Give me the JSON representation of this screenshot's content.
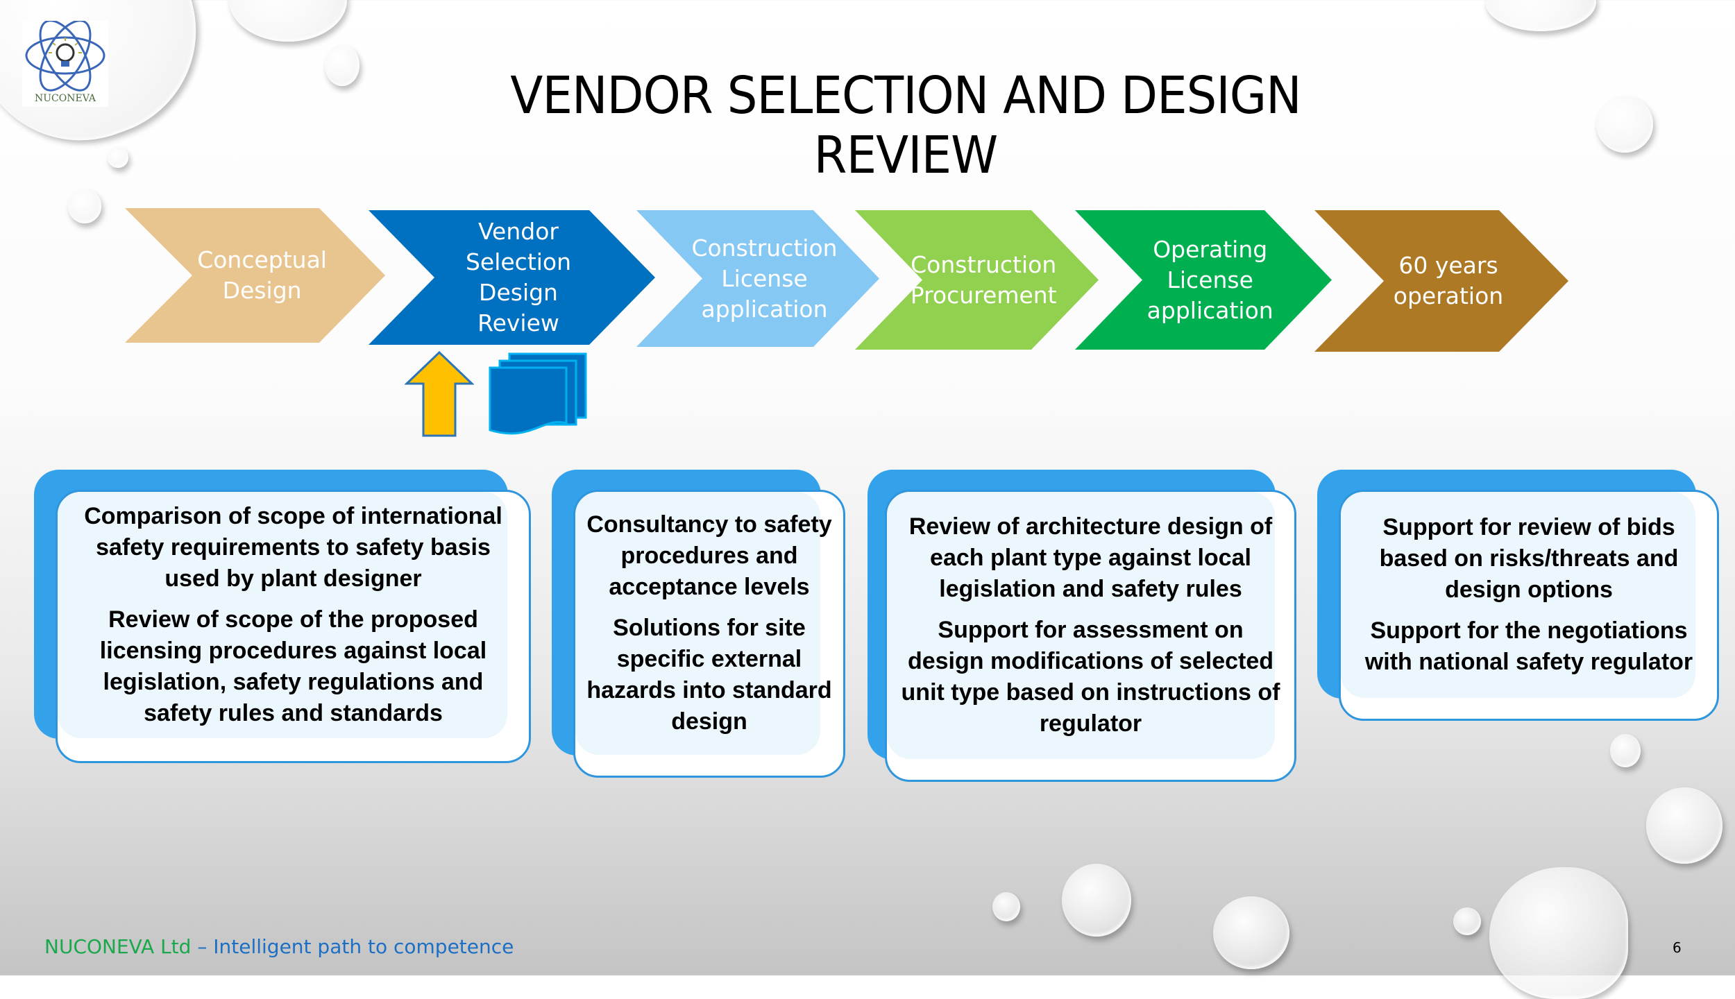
{
  "logo": {
    "text": "NUCONEVA",
    "icon": "atom-lightbulb-logo"
  },
  "title": "VENDOR SELECTION AND DESIGN REVIEW",
  "process_steps": [
    {
      "lines": [
        "Conceptual",
        "Design"
      ],
      "color": "#e8c48e"
    },
    {
      "lines": [
        "Vendor",
        "Selection",
        "Design",
        "Review"
      ],
      "color": "#0070c0"
    },
    {
      "lines": [
        "Construction",
        "License",
        "application"
      ],
      "color": "#85c8f3"
    },
    {
      "lines": [
        "Construction",
        "Procurement"
      ],
      "color": "#92d050"
    },
    {
      "lines": [
        "Operating",
        "License",
        "application"
      ],
      "color": "#00b050"
    },
    {
      "lines": [
        "60 years",
        "operation"
      ],
      "color": "#ae7924"
    }
  ],
  "current_step_marker": {
    "arrow_icon": "up-arrow-icon",
    "arrow_color": "#ffc000",
    "document_icon": "multi-document-icon",
    "document_color": "#0070c0"
  },
  "boxes": [
    {
      "paragraphs": [
        "Comparison of scope of international safety requirements to safety basis used by plant designer",
        "Review of scope of the proposed licensing procedures against local legislation, safety regulations and safety rules and standards"
      ]
    },
    {
      "paragraphs": [
        "Consultancy to safety procedures and acceptance levels",
        "Solutions for site specific external hazards into standard design"
      ]
    },
    {
      "paragraphs": [
        "Review of architecture design of each plant type against local legislation and safety rules",
        "Support for assessment on design modifications of selected unit type based on instructions of regulator"
      ]
    },
    {
      "paragraphs": [
        "Support for review of bids based on risks/threats and design options",
        "Support for the negotiations with national safety regulator"
      ]
    }
  ],
  "footer": {
    "company": "NUCONEVA Ltd",
    "separator": " – ",
    "tagline": "Intelligent path to competence"
  },
  "page_number": "6"
}
